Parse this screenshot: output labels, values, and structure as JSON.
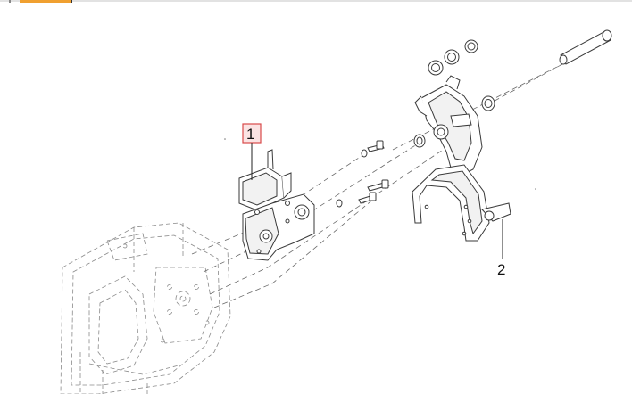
{
  "callouts": [
    {
      "id": "1",
      "label": "1",
      "highlighted": true
    },
    {
      "id": "2",
      "label": "2",
      "highlighted": false
    }
  ],
  "colors": {
    "highlight_fill": "#fbe3e3",
    "highlight_stroke": "#d84a4a",
    "tab_accent": "#f0a030",
    "line": "#3a3a3a"
  }
}
